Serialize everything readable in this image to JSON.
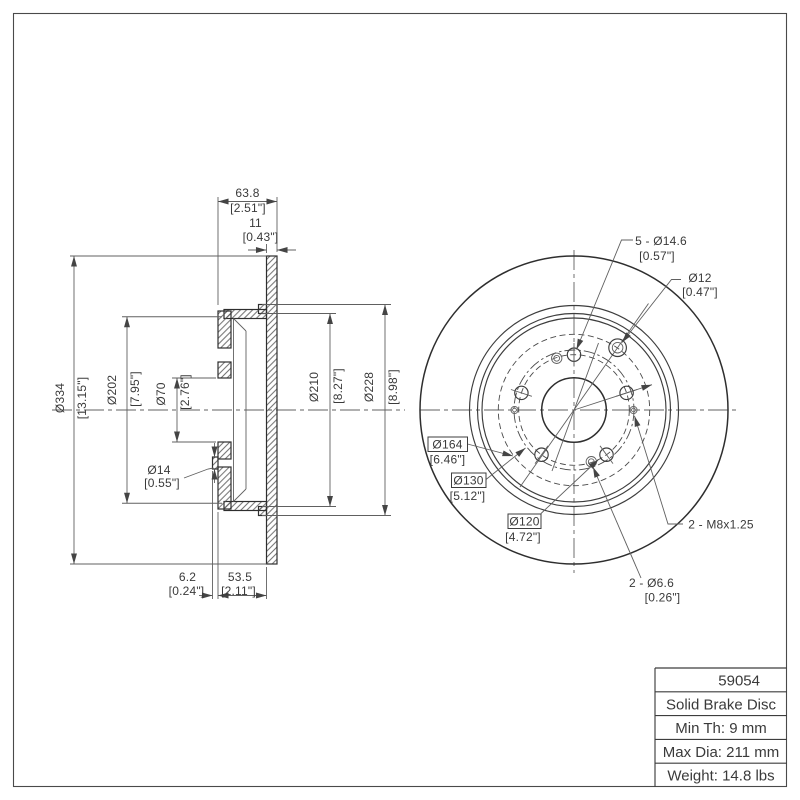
{
  "section_view": {
    "dims": {
      "width_total": {
        "mm": "63.8",
        "in": "[2.51\"]"
      },
      "plate_thickness": {
        "mm": "11",
        "in": "[0.43\"]"
      },
      "outer_dia": {
        "mm": "Ø334",
        "in": "[13.15\"]"
      },
      "hat_dia": {
        "mm": "Ø202",
        "in": "[7.95\"]"
      },
      "bore_dia": {
        "mm": "Ø70",
        "in": "[2.76\"]"
      },
      "hole14": {
        "mm": "Ø14",
        "in": "[0.55\"]"
      },
      "dia210": {
        "mm": "Ø210",
        "in": "[8.27\"]"
      },
      "dia228": {
        "mm": "Ø228",
        "in": "[8.98\"]"
      },
      "pilot_offset": {
        "mm": "6.2",
        "in": "[0.24\"]"
      },
      "hat_depth": {
        "mm": "53.5",
        "in": "[2.11\"]"
      }
    }
  },
  "front_view": {
    "labels": {
      "lug_holes": {
        "text": "5 - Ø14.6",
        "in": "[0.57\"]"
      },
      "hole12": {
        "text": "Ø12",
        "in": "[0.47\"]"
      },
      "bc164": {
        "text": "Ø164",
        "in": "[6.46\"]"
      },
      "bc130": {
        "text": "Ø130",
        "in": "[5.12\"]"
      },
      "bc120": {
        "text": "Ø120",
        "in": "[4.72\"]"
      },
      "m8": {
        "text": "2 - M8x1.25"
      },
      "hole66": {
        "text": "2 - Ø6.6",
        "in": "[0.26\"]"
      }
    }
  },
  "title_block": {
    "part_number": "59054",
    "product_type": "Solid Brake Disc",
    "min_thickness": "Min Th: 9 mm",
    "max_diameter": "Max Dia: 211 mm",
    "weight": "Weight: 14.8 lbs"
  }
}
